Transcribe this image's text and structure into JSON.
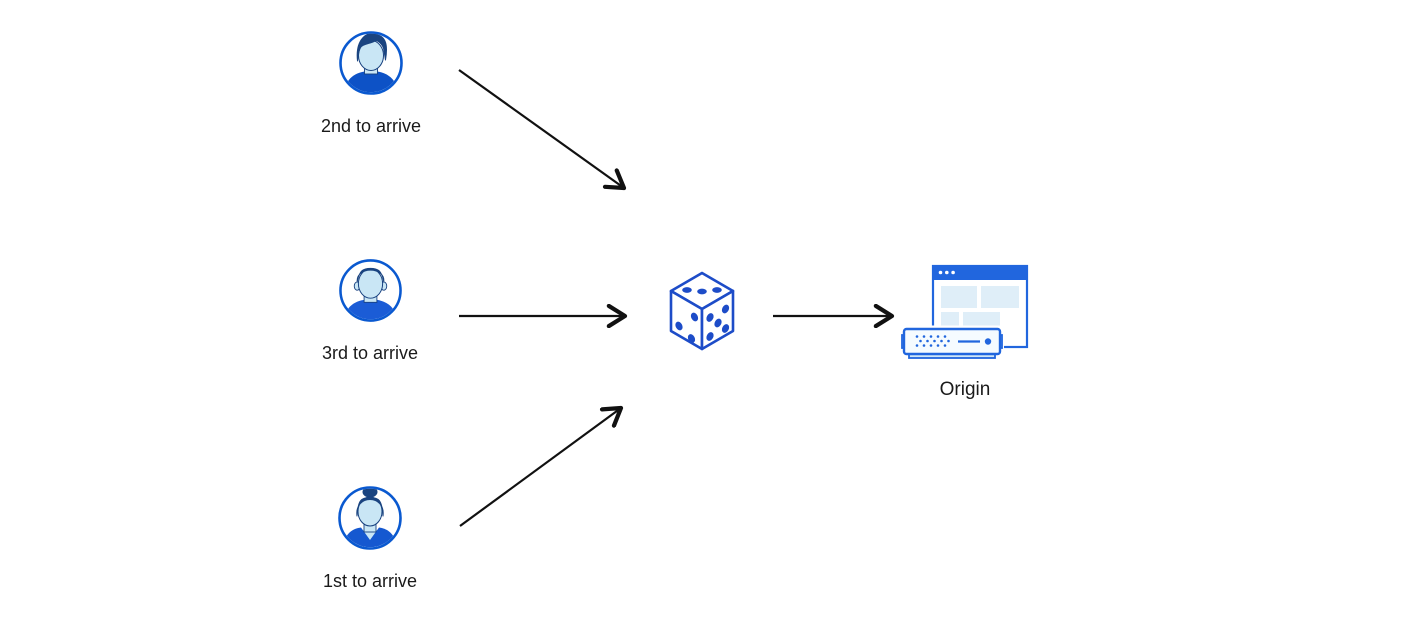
{
  "diagram": {
    "title": "random-steering-origin-selection",
    "nodes": [
      {
        "id": "user-2nd",
        "label": "2nd to arrive",
        "icon": "avatar-male-quiff-icon"
      },
      {
        "id": "user-3rd",
        "label": "3rd to arrive",
        "icon": "avatar-male-short-hair-icon"
      },
      {
        "id": "user-1st",
        "label": "1st to arrive",
        "icon": "avatar-female-bun-icon"
      },
      {
        "id": "random-dice",
        "label": "",
        "icon": "dice-icon"
      },
      {
        "id": "origin",
        "label": "Origin",
        "icon": "origin-server-icon"
      }
    ],
    "edges": [
      {
        "from": "user-2nd",
        "to": "random-dice"
      },
      {
        "from": "user-3rd",
        "to": "random-dice"
      },
      {
        "from": "user-1st",
        "to": "random-dice"
      },
      {
        "from": "random-dice",
        "to": "origin"
      }
    ],
    "colors": {
      "background": "#ffffff",
      "arrow": "#111111",
      "avatar_ring_blue": "#0a59d0",
      "hair_navy": "#1a4480",
      "skin_light_blue": "#c9e6f5",
      "shirt_blue_dark": "#0d52c6",
      "shirt_blue_mid": "#1b5cd6",
      "dice_blue": "#1d4cc8",
      "window_blue": "#2166de",
      "panel_light_blue": "#dfeef8",
      "label_text": "#1a1a1a"
    }
  }
}
